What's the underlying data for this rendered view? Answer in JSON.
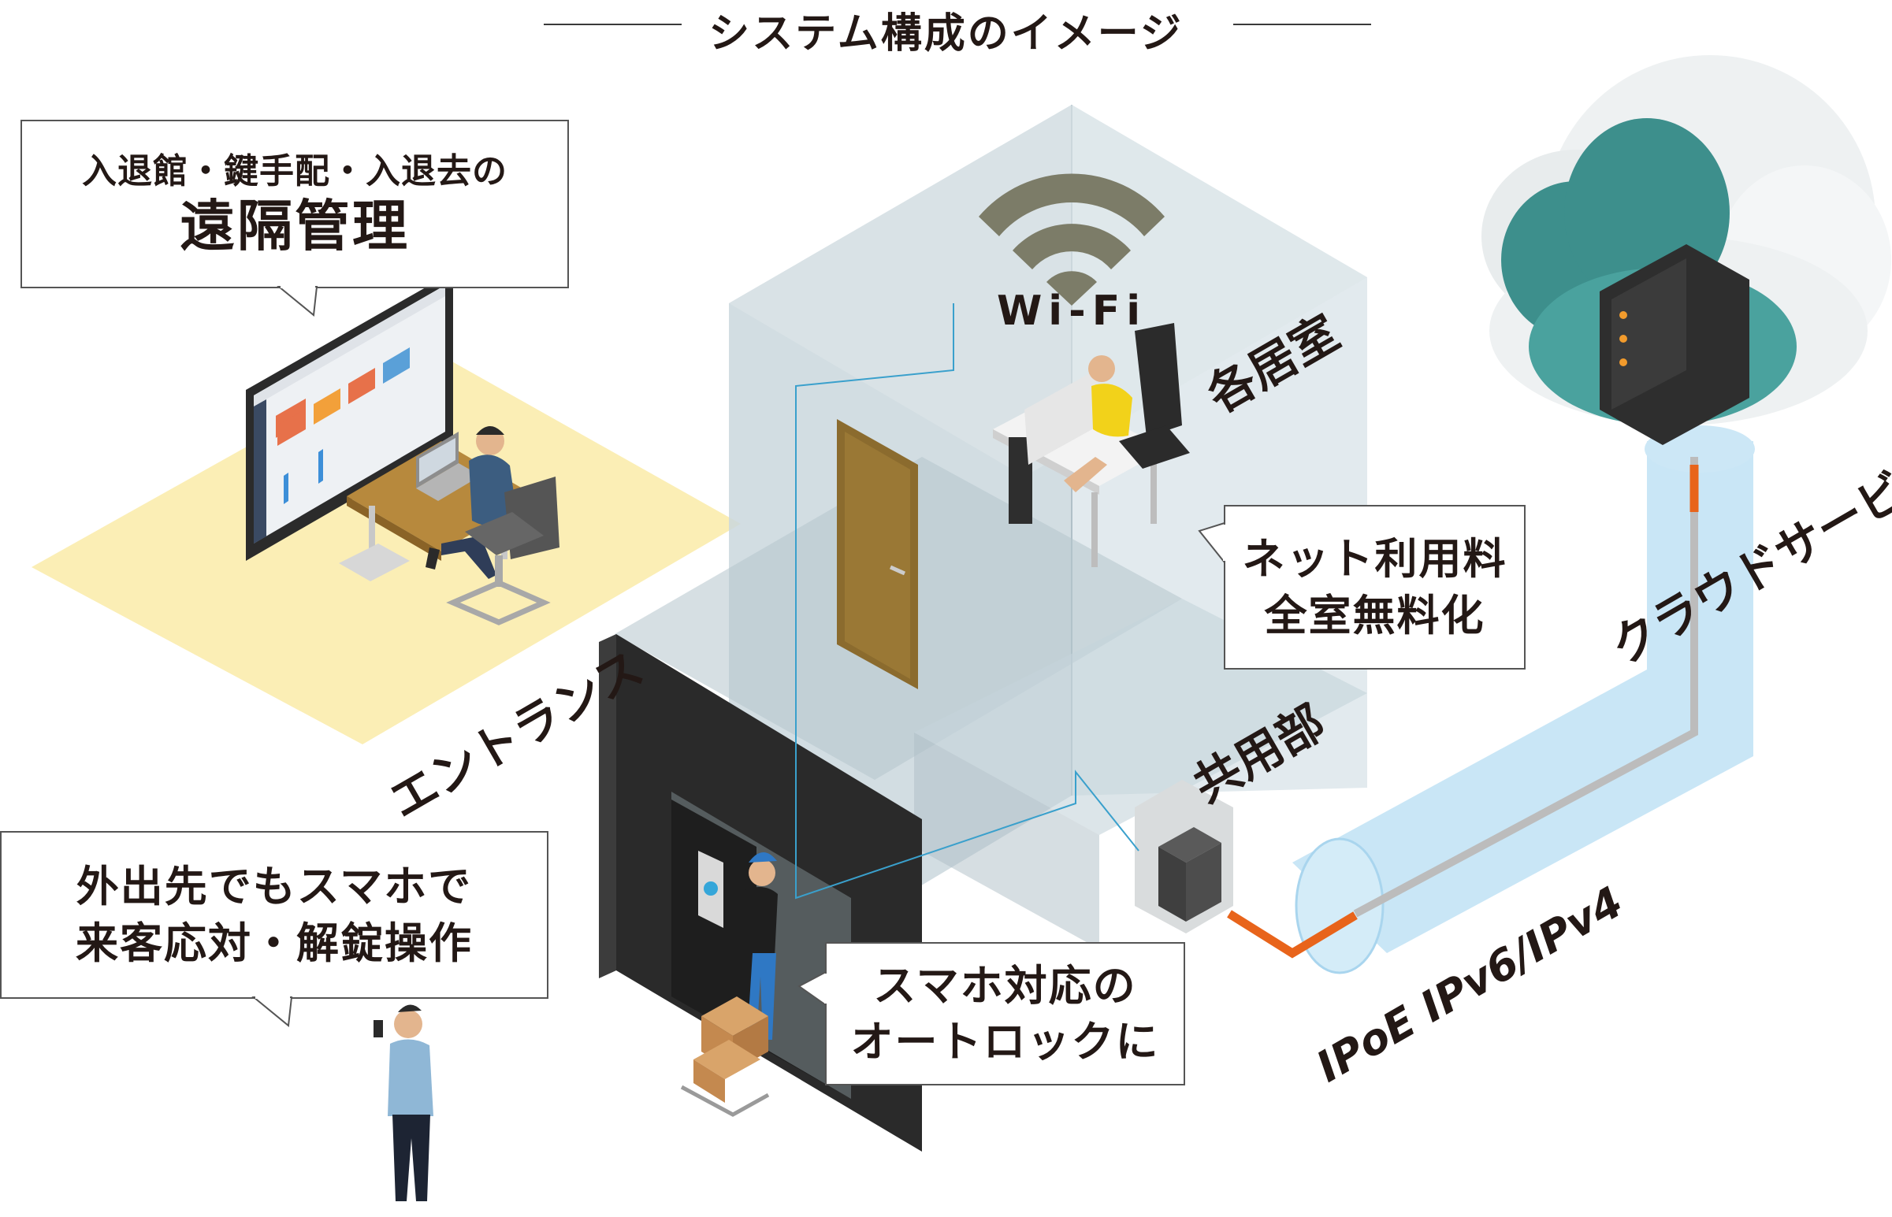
{
  "title": "システム構成のイメージ",
  "callouts": {
    "remote": {
      "line1": "入退館・鍵手配・入退去の",
      "line2": "遠隔管理"
    },
    "net": {
      "line1": "ネット利用料",
      "line2": "全室無料化"
    },
    "phone": {
      "line1": "外出先でもスマホで",
      "line2": "来客応対・解錠操作"
    },
    "autolock": {
      "line1": "スマホ対応の",
      "line2": "オートロックに"
    }
  },
  "labels": {
    "entrance": "エントランス",
    "rooms": "各居室",
    "common": "共用部",
    "cloud": "クラウドサービス",
    "ipoe": "IPoE IPv6/IPv4",
    "wifi": "Wi-Fi"
  },
  "colors": {
    "floor": "#fbeeb5",
    "building": "#c9d6dc",
    "tube": "#bfe2f5",
    "cable": "#e8641b",
    "door": "#8b6b2e",
    "cloud_teal": "#3d8f8c"
  },
  "icons": [
    "wifi-icon",
    "cloud-icon",
    "server-rack-icon",
    "monitor-icon",
    "laptop-icon",
    "smartphone-icon",
    "intercom-panel-icon"
  ]
}
